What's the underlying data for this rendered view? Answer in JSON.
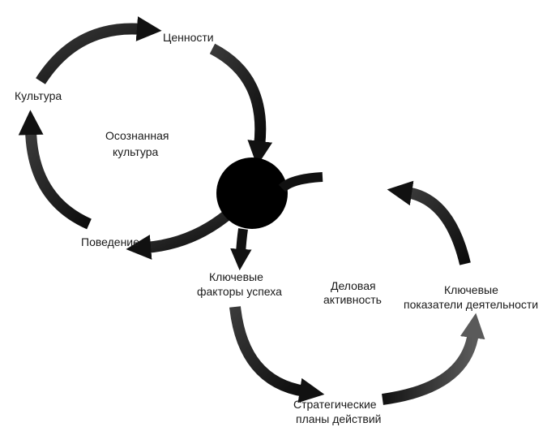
{
  "labels": {
    "values": "Ценности",
    "culture": "Культура",
    "conscious_culture_line1": "Осознанная",
    "conscious_culture_line2": "культура",
    "behavior": "Поведение",
    "key_factors_line1": "Ключевые",
    "key_factors_line2": "факторы успеха",
    "business_activity_line1": "Деловая",
    "business_activity_line2": "активность",
    "key_indicators_line1": "Ключевые",
    "key_indicators_line2": "показатели деятельности",
    "strategic_plans_line1": "Стратегические",
    "strategic_plans_line2": "планы действий"
  },
  "colors": {
    "arrow": "#1a1a1a",
    "center_circle": "#000000",
    "text": "#1a1a1a"
  }
}
